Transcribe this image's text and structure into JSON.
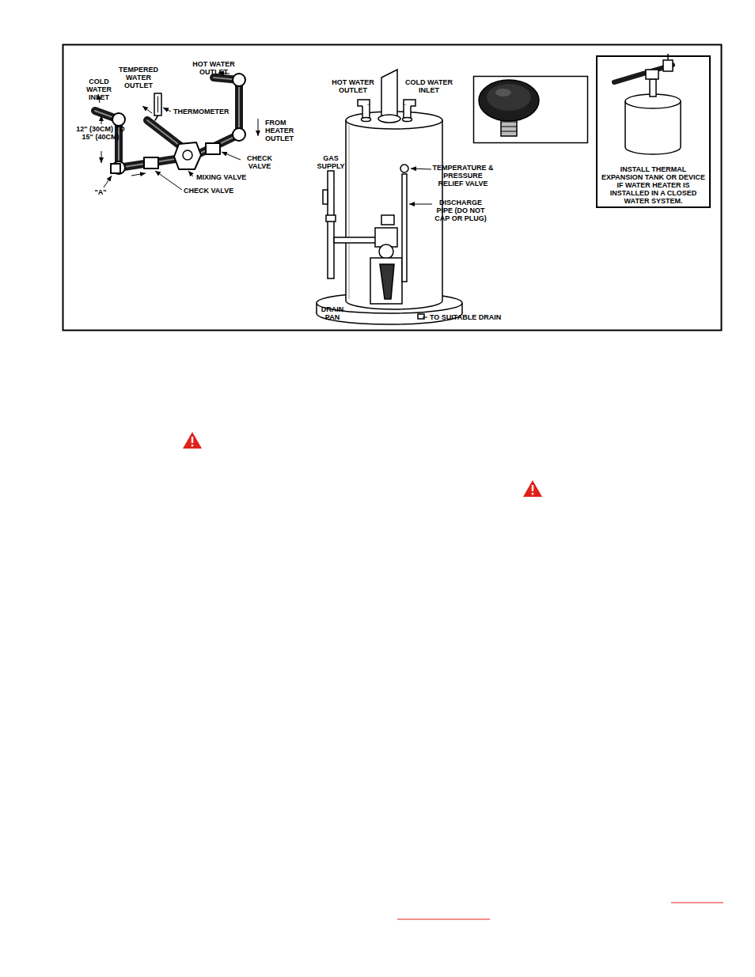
{
  "diagram": {
    "nodes": [
      {
        "text": [
          "INSTALL THERMAL EXPANSION TANK OR DEVICE IF WATER HEATER IS INSTALLED IN A CLOSED WATER SYSTEM."
        ]
      }
    ],
    "labels": [
      "HOT WATER OUTLET",
      "TEMPERED WATER OUTLET",
      "COLD WATER INLET",
      "THERMOMETER",
      "FROM HEATER OUTLET",
      "12\" (30CM) TO 15\" (40CM)",
      "CHECK VALVE",
      "MIXING VALVE",
      "CHECK VALVE",
      "\"A\"",
      "HOT WATER OUTLET",
      "COLD WATER INLET",
      "GAS SUPPLY",
      "TEMPERATURE & PRESSURE RELIEF VALVE",
      "DISCHARGE PIPE (DO NOT CAP OR PLUG)",
      "DRAIN PAN",
      "TO SUITABLE DRAIN"
    ]
  }
}
